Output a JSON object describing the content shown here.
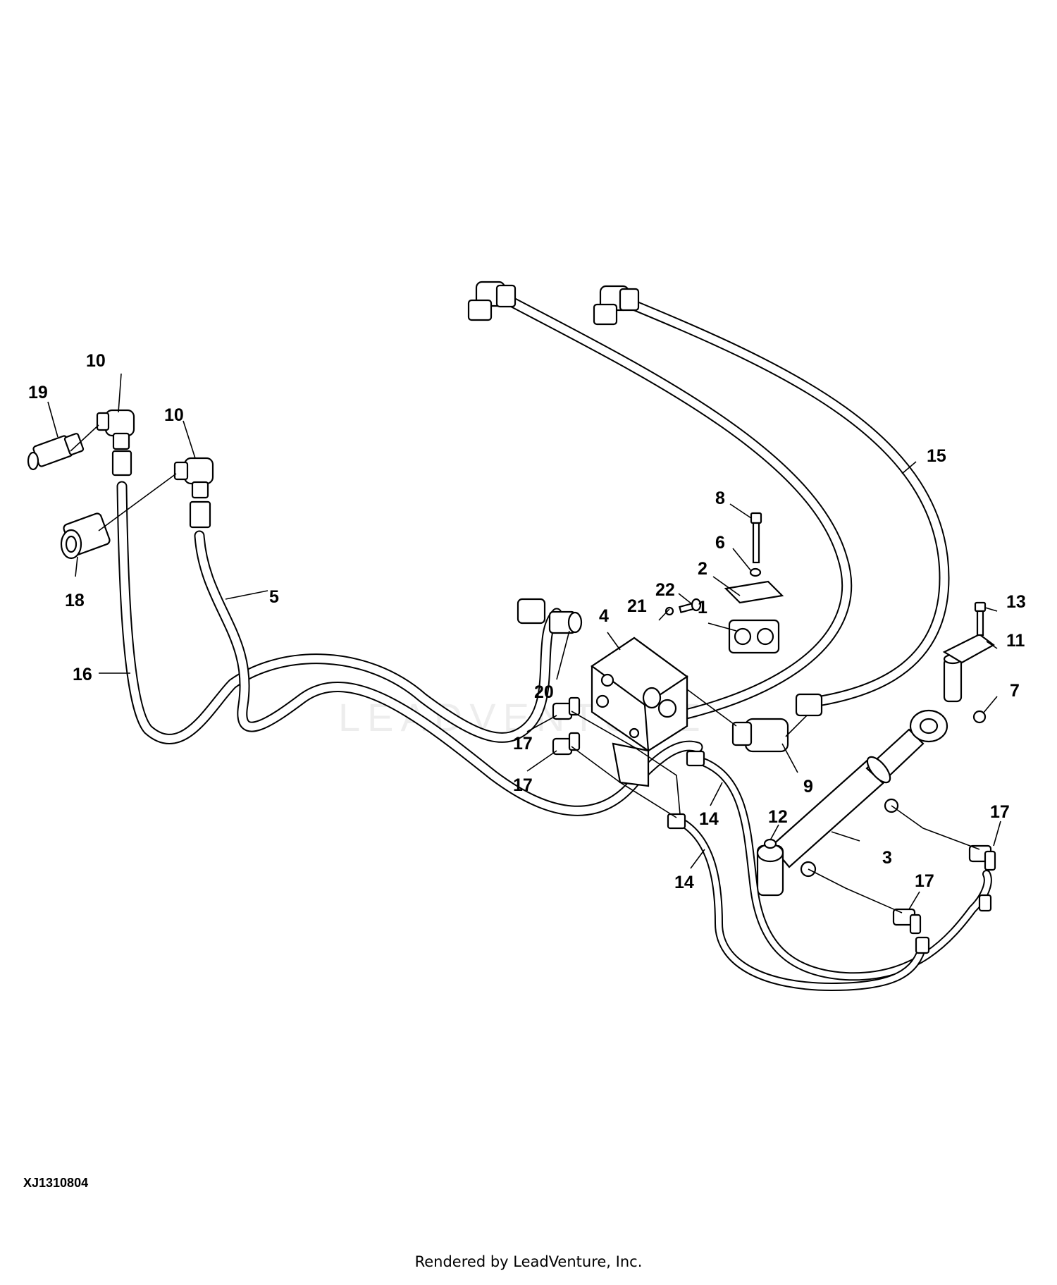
{
  "figure_id": "XJ1310804",
  "footer": "Rendered by LeadVenture, Inc.",
  "watermark": "LEADVENTURE",
  "callouts": [
    {
      "id": "c1",
      "label": "1"
    },
    {
      "id": "c2",
      "label": "2"
    },
    {
      "id": "c3",
      "label": "3"
    },
    {
      "id": "c4",
      "label": "4"
    },
    {
      "id": "c5",
      "label": "5"
    },
    {
      "id": "c6",
      "label": "6"
    },
    {
      "id": "c7",
      "label": "7"
    },
    {
      "id": "c8",
      "label": "8"
    },
    {
      "id": "c9",
      "label": "9"
    },
    {
      "id": "c10a",
      "label": "10"
    },
    {
      "id": "c10b",
      "label": "10"
    },
    {
      "id": "c11",
      "label": "11"
    },
    {
      "id": "c12",
      "label": "12"
    },
    {
      "id": "c13",
      "label": "13"
    },
    {
      "id": "c14a",
      "label": "14"
    },
    {
      "id": "c14b",
      "label": "14"
    },
    {
      "id": "c15",
      "label": "15"
    },
    {
      "id": "c16",
      "label": "16"
    },
    {
      "id": "c17a",
      "label": "17"
    },
    {
      "id": "c17b",
      "label": "17"
    },
    {
      "id": "c17c",
      "label": "17"
    },
    {
      "id": "c17d",
      "label": "17"
    },
    {
      "id": "c18",
      "label": "18"
    },
    {
      "id": "c19",
      "label": "19"
    },
    {
      "id": "c20",
      "label": "20"
    },
    {
      "id": "c21",
      "label": "21"
    },
    {
      "id": "c22",
      "label": "22"
    }
  ]
}
